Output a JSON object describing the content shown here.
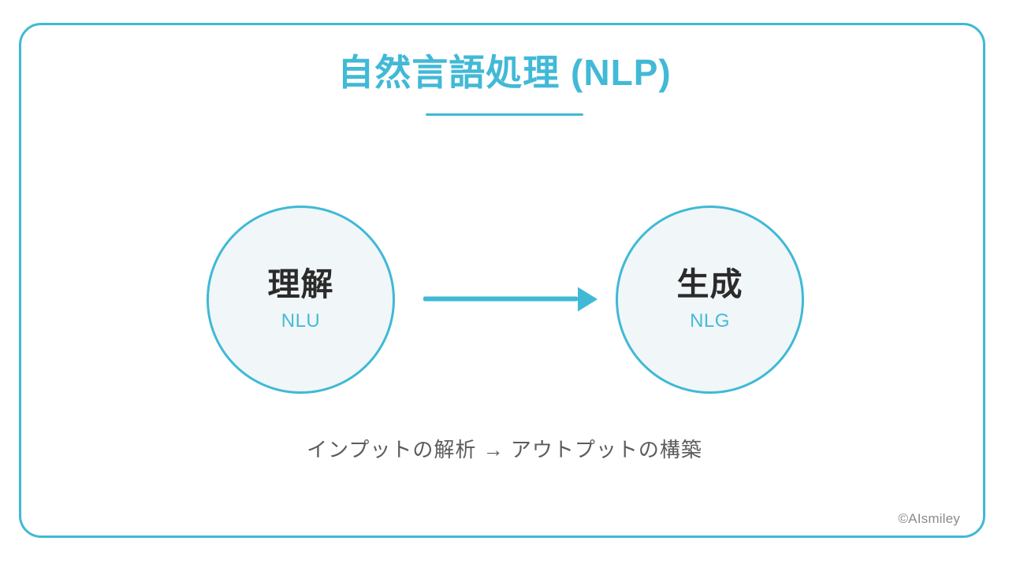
{
  "slide": {
    "background_color": "#FFFFFF",
    "accent_color": "#3FB9D6",
    "frame_color": "#3FB9D6",
    "title": "自然言語処理 (NLP)",
    "caption": "インプットの解析 → アウトプットの構築",
    "credit": "©AIsmiley"
  },
  "diagram": {
    "type": "flow",
    "node_fill_color": "#F1F6F8",
    "node_border_color": "#3FB9D6",
    "node_title_color": "#2B2B2B",
    "node_sub_color": "#45BBD8",
    "arrow_color": "#3FB9D6",
    "nodes": [
      {
        "id": "nlu",
        "title": "理解",
        "subtitle": "NLU"
      },
      {
        "id": "nlg",
        "title": "生成",
        "subtitle": "NLG"
      }
    ],
    "edges": [
      {
        "from": "nlu",
        "to": "nlg",
        "style": "solid-arrow"
      }
    ]
  }
}
